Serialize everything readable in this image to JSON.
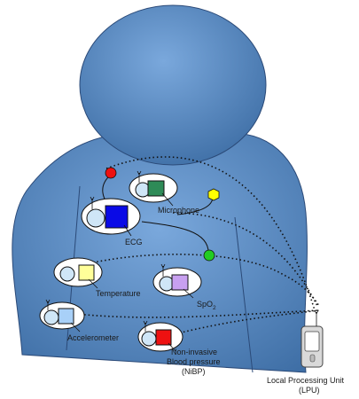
{
  "sensors": {
    "microphone": {
      "label": "Microphone",
      "color": "#2e8b57"
    },
    "ecg": {
      "label": "ECG",
      "color": "#0a0ae6"
    },
    "temperature": {
      "label": "Temperature",
      "color": "#ffff99"
    },
    "spo2": {
      "label": "SpO",
      "label_sub": "2",
      "color": "#c8a0f0"
    },
    "accelerometer": {
      "label": "Accelerometer",
      "color": "#a8d0f8"
    },
    "nibp": {
      "label_line1": "Non-invasive",
      "label_line2": "Blood pressure",
      "label_line3": "(NiBP)",
      "color": "#ee1111"
    }
  },
  "lpu": {
    "label_line1": "Local Processing Unit",
    "label_line2": "(LPU)"
  },
  "electrodes": {
    "red": "#ee1111",
    "yellow": "#ffff00",
    "green": "#22cc22"
  },
  "colors": {
    "body_fill": "#5b8ec6",
    "body_stroke": "#2b4a78"
  }
}
